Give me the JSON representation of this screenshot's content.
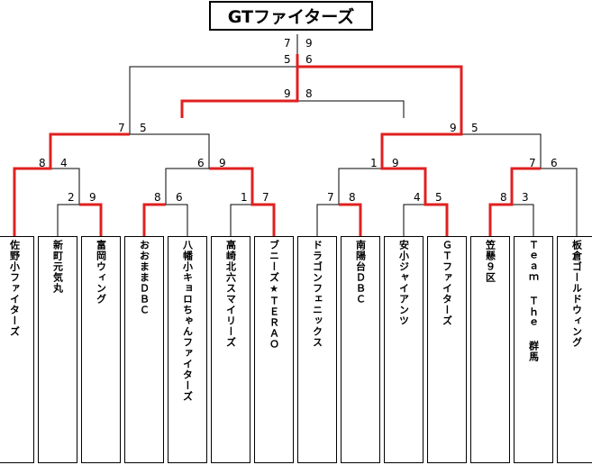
{
  "champion": "GTファイターズ",
  "teams": [
    "佐野小ファイターズ",
    "新町元気丸",
    "富岡ウィング",
    "おおままＤＢＣ",
    "八幡小キョロちゃんファイターズ",
    "高崎北六スマイリーズ",
    "ブニーズ★ＴＥＲＡＯ",
    "ドラゴンフェニックス",
    "南陽台ＤＢＣ",
    "安小ジャイアンツ",
    "ＧＴファイターズ",
    "笠懸９区",
    "Ｔｅａｍ Ｔｈｅ 群馬",
    "板倉ゴールドウィング"
  ],
  "scores": {
    "m1": [
      "2",
      "9"
    ],
    "m2": [
      "8",
      "6"
    ],
    "m3": [
      "1",
      "7"
    ],
    "m4": [
      "7",
      "8"
    ],
    "m5": [
      "4",
      "5"
    ],
    "m6": [
      "8",
      "3"
    ],
    "m7": [
      "8",
      "4"
    ],
    "m8": [
      "6",
      "9"
    ],
    "m9": [
      "1",
      "9"
    ],
    "m10": [
      "7",
      "6"
    ],
    "m11": [
      "7",
      "5"
    ],
    "m12": [
      "9",
      "5"
    ],
    "m13": [
      "9",
      "8"
    ],
    "final_a": [
      "5",
      "6"
    ],
    "final_b": [
      "7",
      "9"
    ]
  },
  "colors": {
    "winner_line": "#e02020",
    "line": "#000000"
  }
}
